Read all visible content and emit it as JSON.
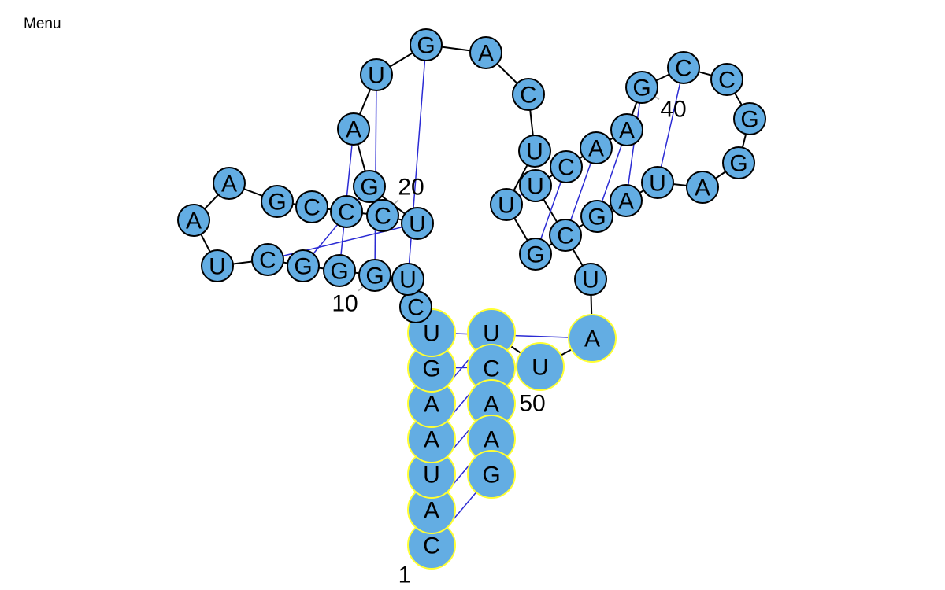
{
  "menu": {
    "label": "Menu"
  },
  "structure": {
    "sequence": [
      "C",
      "A",
      "U",
      "A",
      "A",
      "G",
      "U",
      "C",
      "U",
      "G",
      "G",
      "G",
      "C",
      "U",
      "A",
      "A",
      "G",
      "C",
      "C",
      "C",
      "U",
      "G",
      "A",
      "U",
      "G",
      "A",
      "C",
      "U",
      "U",
      "G",
      "C",
      "G",
      "A",
      "U",
      "A",
      "G",
      "G",
      "C",
      "C",
      "G",
      "A",
      "A",
      "C",
      "U",
      "U",
      "A",
      "U",
      "U",
      "C",
      "A",
      "A",
      "G"
    ],
    "base_pairs": [
      [
        1,
        52
      ],
      [
        2,
        51
      ],
      [
        3,
        50
      ],
      [
        4,
        49
      ],
      [
        5,
        48
      ],
      [
        6,
        47
      ],
      [
        7,
        46
      ],
      [
        9,
        25
      ],
      [
        10,
        24
      ],
      [
        11,
        23
      ],
      [
        12,
        22
      ],
      [
        13,
        21
      ],
      [
        29,
        44
      ],
      [
        30,
        43
      ],
      [
        31,
        42
      ],
      [
        32,
        41
      ],
      [
        33,
        40
      ],
      [
        34,
        39
      ]
    ],
    "number_labels": [
      {
        "nt": 1,
        "text": "1"
      },
      {
        "nt": 10,
        "text": "10"
      },
      {
        "nt": 20,
        "text": "20"
      },
      {
        "nt": 40,
        "text": "40"
      },
      {
        "nt": 50,
        "text": "50"
      }
    ],
    "highlighted": [
      1,
      2,
      3,
      4,
      5,
      6,
      7,
      46,
      47,
      48,
      49,
      50,
      51,
      52
    ]
  },
  "colors": {
    "nucleotide_fill": "#63ade3",
    "nucleotide_stroke": "#000000",
    "highlight_stroke": "#ffff33",
    "backbone": "#000000",
    "pair_line": "#2b2bd4",
    "label_tick": "#aaaaaa"
  }
}
